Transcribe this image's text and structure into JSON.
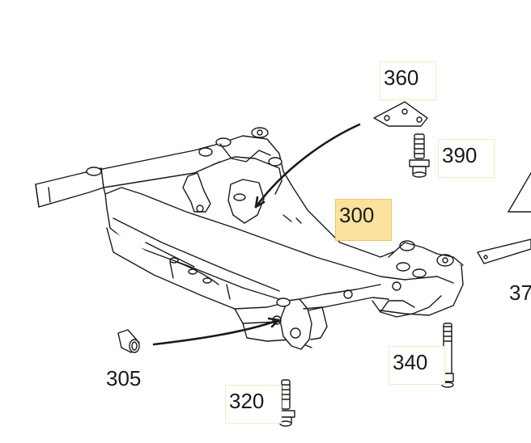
{
  "diagram": {
    "callouts": [
      {
        "id": "c360",
        "label": "360"
      },
      {
        "id": "c390",
        "label": "390"
      },
      {
        "id": "c300",
        "label": "300",
        "selected": true
      },
      {
        "id": "c37x",
        "label": "37"
      },
      {
        "id": "c305",
        "label": "305"
      },
      {
        "id": "c340",
        "label": "340"
      },
      {
        "id": "c320",
        "label": "320"
      }
    ],
    "colors": {
      "line": "#1a1a1a",
      "highlight": "#fbe29c",
      "highlight_border": "#e8c66a",
      "frame_border": "#f1ecc8"
    },
    "icons": [
      "bracket-plate-icon",
      "bolt-icon",
      "bushing-icon",
      "subframe-icon",
      "arrow-icon"
    ]
  }
}
